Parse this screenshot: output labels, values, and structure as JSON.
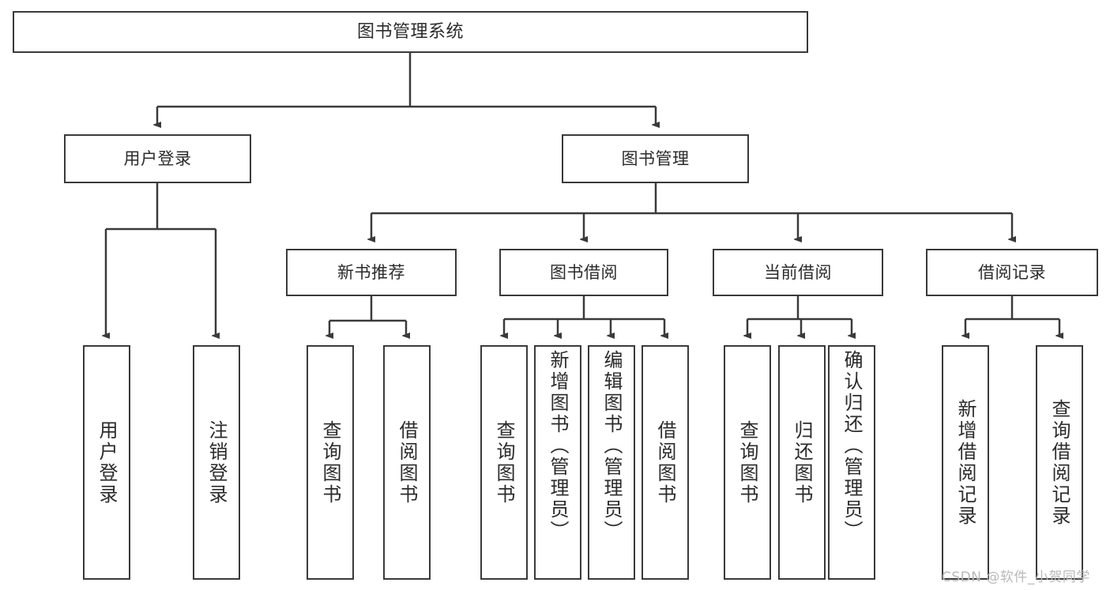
{
  "diagram": {
    "title": "图书管理系统",
    "type": "tree-hierarchy",
    "orientation": "top-down",
    "box_fill": "#ffffff",
    "box_stroke": "#3a3a3a",
    "text_color": "#2b2b2b"
  },
  "nodes": {
    "root": {
      "label": "图书管理系统"
    },
    "level2": [
      {
        "id": "user-login",
        "label": "用户登录"
      },
      {
        "id": "book-management",
        "label": "图书管理"
      }
    ],
    "level3": [
      {
        "id": "new-book-recommend",
        "label": "新书推荐"
      },
      {
        "id": "book-borrow",
        "label": "图书借阅"
      },
      {
        "id": "current-borrow",
        "label": "当前借阅"
      },
      {
        "id": "borrow-record",
        "label": "借阅记录"
      }
    ],
    "leaves": {
      "user_login": [
        {
          "id": "leaf-user-login",
          "label": "用户登录"
        },
        {
          "id": "leaf-user-logout",
          "label": "注销登录"
        }
      ],
      "new_book_recommend": [
        {
          "id": "leaf-query-book-1",
          "label": "查询图书"
        },
        {
          "id": "leaf-borrow-book-1",
          "label": "借阅图书"
        }
      ],
      "book_borrow": [
        {
          "id": "leaf-query-book-2",
          "label": "查询图书"
        },
        {
          "id": "leaf-add-book",
          "label": "新增图书（管理员）"
        },
        {
          "id": "leaf-edit-book",
          "label": "编辑图书（管理员）"
        },
        {
          "id": "leaf-borrow-book-2",
          "label": "借阅图书"
        }
      ],
      "current_borrow": [
        {
          "id": "leaf-query-book-3",
          "label": "查询图书"
        },
        {
          "id": "leaf-return-book",
          "label": "归还图书"
        },
        {
          "id": "leaf-confirm-return",
          "label": "确认归还（管理员）"
        }
      ],
      "borrow_record": [
        {
          "id": "leaf-add-record",
          "label": "新增借阅记录"
        },
        {
          "id": "leaf-query-record",
          "label": "查询借阅记录"
        }
      ]
    }
  },
  "watermark": {
    "text": "CSDN @软件_小贺同学"
  }
}
